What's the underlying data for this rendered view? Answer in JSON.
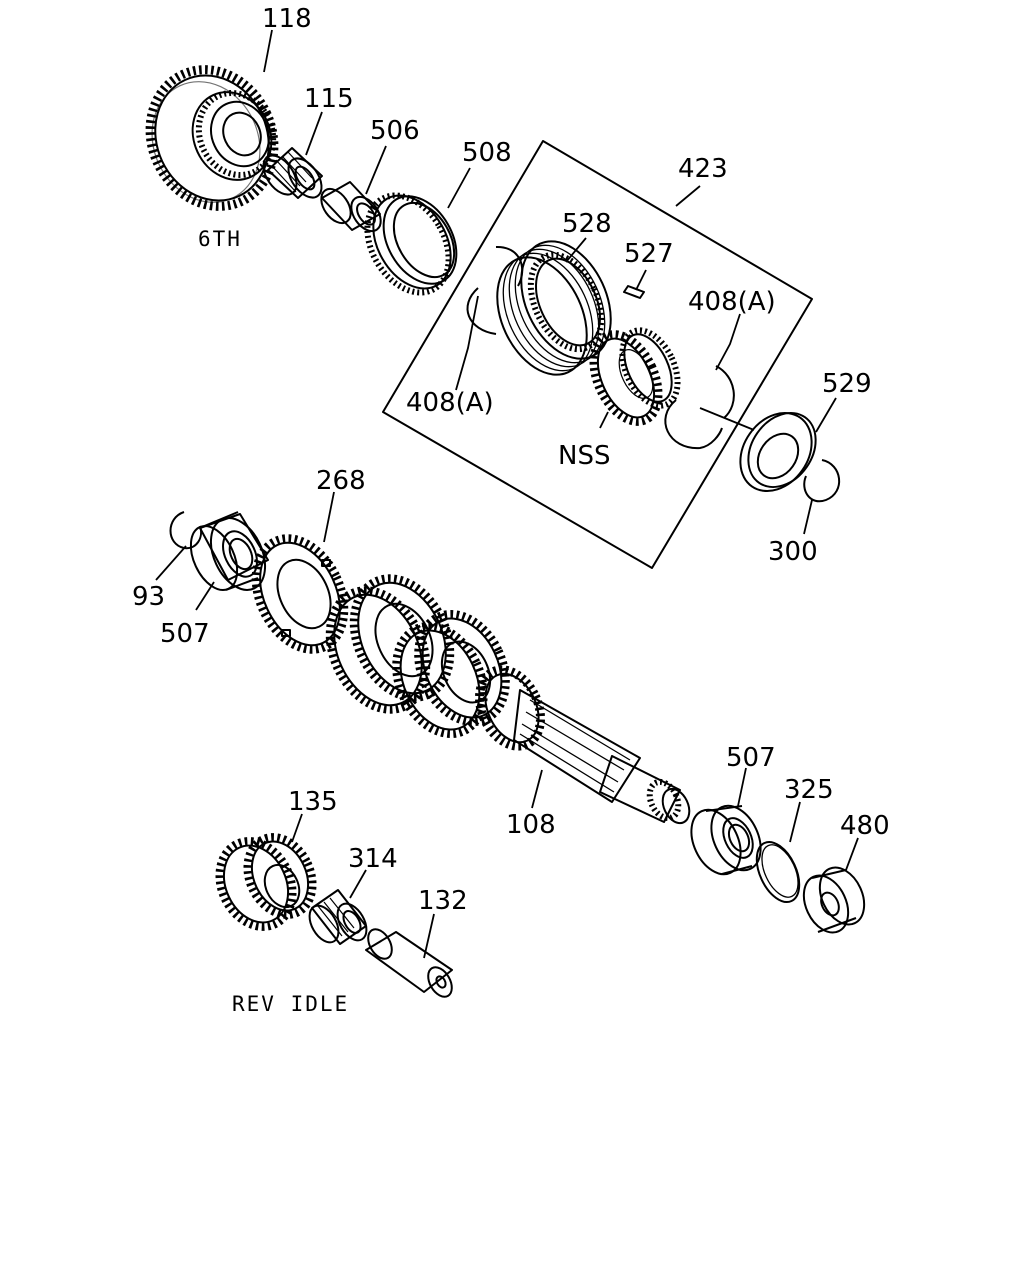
{
  "labels": {
    "p118": "118",
    "p115": "115",
    "p506": "506",
    "p508": "508",
    "p423": "423",
    "p528": "528",
    "p527": "527",
    "p408a_right": "408(A)",
    "p408a_left": "408(A)",
    "nss": "NSS",
    "p529": "529",
    "p300": "300",
    "p268": "268",
    "p93": "93",
    "p507_left": "507",
    "p108": "108",
    "p507_right": "507",
    "p325": "325",
    "p480": "480",
    "p135": "135",
    "p314": "314",
    "p132": "132"
  },
  "captions": {
    "sixth": "6TH",
    "rev_idle": "REV IDLE"
  }
}
